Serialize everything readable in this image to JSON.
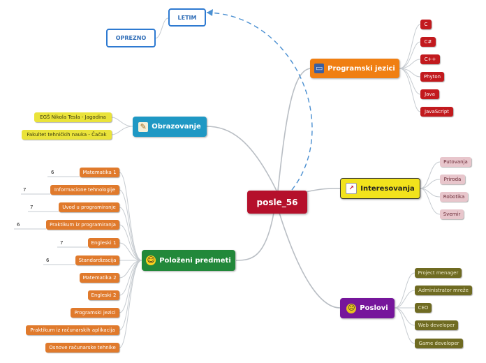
{
  "center": {
    "label": "posle_56"
  },
  "relations": {
    "letim": "LETIM",
    "oprezno": "OPREZNO"
  },
  "branches": {
    "programski_jezici": {
      "label": "Programski jezici",
      "color": "#f07f12",
      "icon": "laptop-icon",
      "items": [
        "C",
        "C#",
        "C++",
        "Phyton",
        "Java",
        "JavaScript"
      ]
    },
    "obrazovanje": {
      "label": "Obrazovanje",
      "color": "#1f98c4",
      "icon": "notepad-icon",
      "items": [
        "EGŠ Nikola Tesla - Jagodina",
        "Fakultet tehničkih nauka - Čačak"
      ]
    },
    "interesovanja": {
      "label": "Interesovanja",
      "color": "#f2e31c",
      "icon": "chart-icon",
      "items": [
        "Putovanja",
        "Priroda",
        "Robotika",
        "Svemir"
      ]
    },
    "polozeni_predmeti": {
      "label": "Položeni predmeti",
      "color": "#22883a",
      "icon": "smiley-icon",
      "items": [
        {
          "name": "Matematika 1",
          "grade": "6"
        },
        {
          "name": "Informacione tehnologije",
          "grade": "7"
        },
        {
          "name": "Uvod u programiranje",
          "grade": "7"
        },
        {
          "name": "Praktikum iz programiranja",
          "grade": "6"
        },
        {
          "name": "Engleski 1",
          "grade": "7"
        },
        {
          "name": "Standardizacija",
          "grade": "6"
        },
        {
          "name": "Matematika 2",
          "grade": ""
        },
        {
          "name": "Engleski 2",
          "grade": ""
        },
        {
          "name": "Programski jezici",
          "grade": ""
        },
        {
          "name": "Praktikum iz računarskih aplikacija",
          "grade": ""
        },
        {
          "name": "Osnove računarske tehnike",
          "grade": ""
        }
      ]
    },
    "poslovi": {
      "label": "Poslovi",
      "color": "#76169b",
      "icon": "face-icon",
      "items": [
        "Project menager",
        "Administrator mreže",
        "CEO",
        "Web developer",
        "Game developer"
      ]
    }
  }
}
